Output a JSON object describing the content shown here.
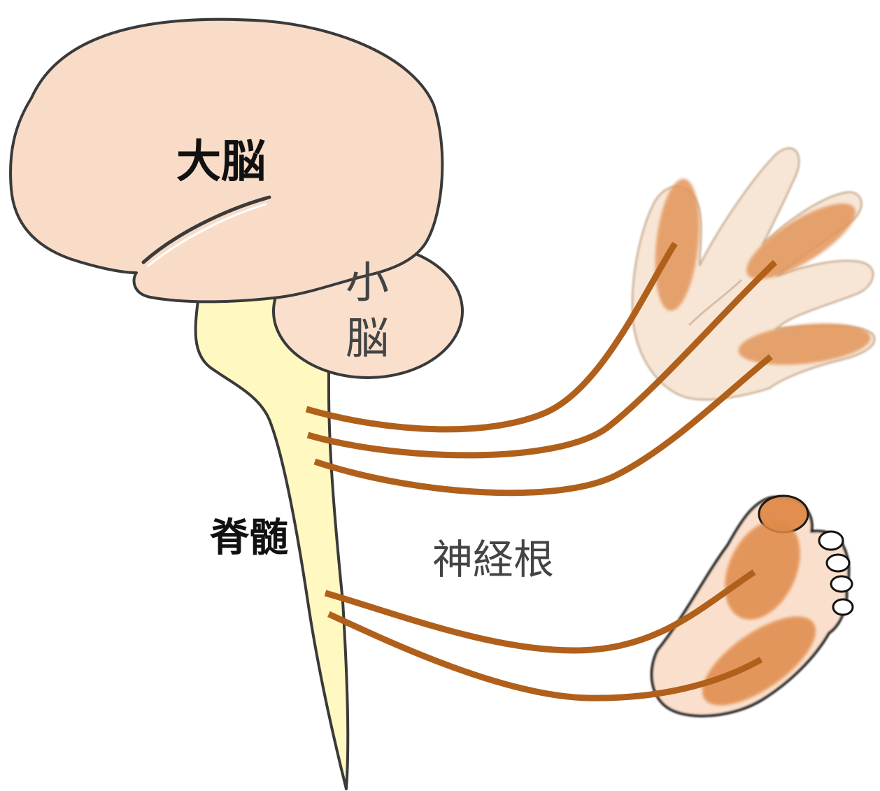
{
  "labels": {
    "cerebrum": "大脳",
    "cerebellum_line1": "小",
    "cerebellum_line2": "脳",
    "spinal_cord": "脊髄",
    "nerve_root": "神経根"
  },
  "colors": {
    "brain_fill": "#f8dcc8",
    "spinal_fill": "#fff8c0",
    "outline": "#3a3a3a",
    "nerve": "#b0601a",
    "muscle": "#e08a4a",
    "hand_fill": "#f7e4d2"
  }
}
